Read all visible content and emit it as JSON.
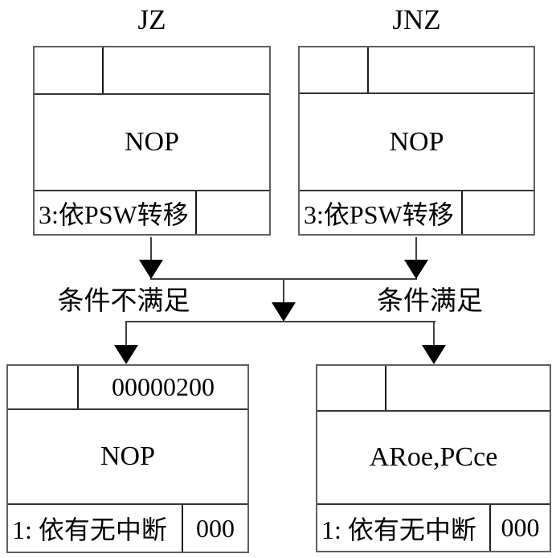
{
  "diagram": {
    "titles": {
      "left": "JZ",
      "right": "JNZ"
    },
    "cards": {
      "jz": {
        "body": "NOP",
        "status_field": "3:依PSW转移"
      },
      "jnz": {
        "body": "NOP",
        "status_field": "3:依PSW转移"
      },
      "false_branch": {
        "address": "00000200",
        "body": "NOP",
        "status_field": "1: 依有无中断",
        "status_code": "000"
      },
      "true_branch": {
        "body": "ARoe,PCce",
        "status_field": "1: 依有无中断",
        "status_code": "000"
      }
    },
    "branch_labels": {
      "left": "条件不满足",
      "right": "条件满足"
    },
    "colors": {
      "background": "#ffffff",
      "card_border": "#5f5f5f",
      "inner_line": "#1b1b1b",
      "connector_line": "#3f3f3f",
      "arrowhead": "#000000",
      "text": "#000000"
    }
  }
}
